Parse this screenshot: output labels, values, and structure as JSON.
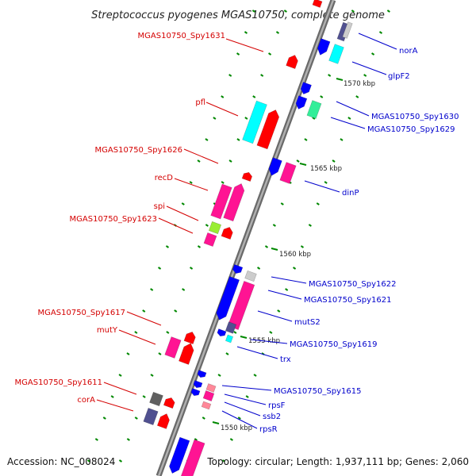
{
  "title": "Streptococcus pyogenes MGAS10750, complete genome",
  "footer": {
    "accession": "Accession: NC_008024",
    "summary": "Topology: circular; Length: 1,937,111 bp; Genes: 2,060"
  },
  "ruler": [
    "1570 kbp",
    "1565 kbp",
    "1560 kbp",
    "1555 kbp",
    "1550 kbp"
  ],
  "labels_left": [
    "MGAS10750_Spy1631",
    "pfl",
    "MGAS10750_Spy1626",
    "recD",
    "spi",
    "MGAS10750_Spy1623",
    "MGAS10750_Spy1617",
    "mutY",
    "MGAS10750_Spy1611",
    "corA"
  ],
  "labels_right": [
    "norA",
    "glpF2",
    "MGAS10750_Spy1630",
    "MGAS10750_Spy1629",
    "dinP",
    "MGAS10750_Spy1622",
    "MGAS10750_Spy1621",
    "mutS2",
    "MGAS10750_Spy1619",
    "trx",
    "MGAS10750_Spy1615",
    "rpsF",
    "ssb2",
    "rpsR"
  ],
  "colors": {
    "red": "#ff0000",
    "blue": "#0000ff",
    "magenta": "#ff1493",
    "cyan": "#00ffff",
    "mint": "#33ee99",
    "lime": "#99ee33",
    "slate": "#505090",
    "grey": "#606060",
    "light_grey": "#cccccc",
    "pink": "#ff8899",
    "backbone": "#7a7a7a",
    "tick": "#008800"
  }
}
